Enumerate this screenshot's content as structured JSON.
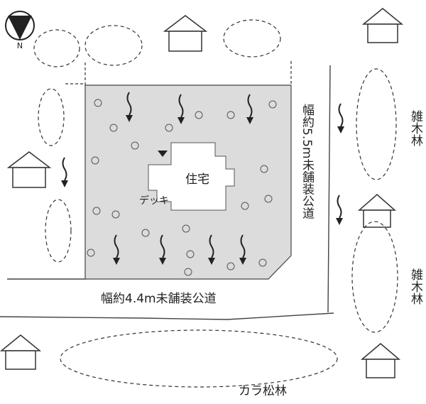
{
  "compass": {
    "label": "N"
  },
  "house": {
    "label": "住宅"
  },
  "deck": {
    "label": "デッキ"
  },
  "road_east": {
    "label": "幅約5.5m未舗装公道"
  },
  "road_south": {
    "label": "幅約4.4m未舗装公道"
  },
  "woods": [
    {
      "label": "雑木林"
    },
    {
      "label": "雑木林"
    }
  ],
  "larch": {
    "label": "カラ松林"
  },
  "colors": {
    "lot_fill": "#dcdcdc",
    "ink": "#222222",
    "paper": "#ffffff"
  },
  "icons": [
    "north-arrow-icon",
    "house-icon",
    "wind-arrow-icon",
    "tree-cluster-icon",
    "entrance-marker-icon"
  ]
}
